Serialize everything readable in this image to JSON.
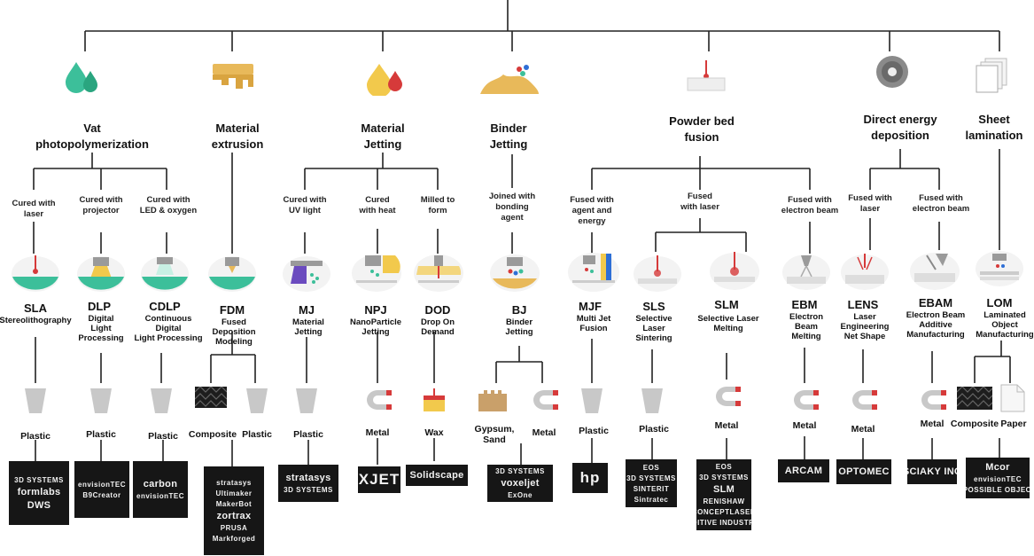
{
  "categories": [
    {
      "name": "Vat\nphotopolymerization",
      "icon": "droplets-icon"
    },
    {
      "name": "Material\nextrusion",
      "icon": "extrusion-layers-icon"
    },
    {
      "name": "Material\nJetting",
      "icon": "jet-drops-icon"
    },
    {
      "name": "Binder\nJetting",
      "icon": "powder-pile-icon"
    },
    {
      "name": "Powder bed\nfusion",
      "icon": "powder-bed-laser-icon"
    },
    {
      "name": "Direct energy\ndeposition",
      "icon": "wire-spool-icon"
    },
    {
      "name": "Sheet\nlamination",
      "icon": "stacked-sheets-icon"
    }
  ],
  "sub_labels": [
    "Cured with\nlaser",
    "Cured with\nprojector",
    "Cured with\nLED & oxygen",
    "Cured with\nUV light",
    "Cured\nwith heat",
    "Milled to\nform",
    "Joined with\nbonding\nagent",
    "Fused with\nagent and\nenergy",
    "Fused\nwith laser",
    "Fused with\nelectron beam",
    "Fused with\nlaser",
    "Fused with\nelectron beam"
  ],
  "processes": [
    {
      "abbr": "SLA",
      "full": "Stereolithography"
    },
    {
      "abbr": "DLP",
      "full": "Digital\nLight\nProcessing"
    },
    {
      "abbr": "CDLP",
      "full": "Continuous\nDigital\nLight Processing"
    },
    {
      "abbr": "FDM",
      "full": "Fused\nDeposition\nModeling"
    },
    {
      "abbr": "MJ",
      "full": "Material\nJetting"
    },
    {
      "abbr": "NPJ",
      "full": "NanoParticle\nJetting"
    },
    {
      "abbr": "DOD",
      "full": "Drop On\nDemand"
    },
    {
      "abbr": "BJ",
      "full": "Binder\nJetting"
    },
    {
      "abbr": "MJF",
      "full": "Multi Jet\nFusion"
    },
    {
      "abbr": "SLS",
      "full": "Selective\nLaser\nSintering"
    },
    {
      "abbr": "SLM",
      "full": "Selective Laser\nMelting"
    },
    {
      "abbr": "EBM",
      "full": "Electron\nBeam\nMelting"
    },
    {
      "abbr": "LENS",
      "full": "Laser\nEngineering\nNet Shape"
    },
    {
      "abbr": "EBAM",
      "full": "Electron Beam\nAdditive\nManufacturing"
    },
    {
      "abbr": "LOM",
      "full": "Laminated\nObject\nManufacturing"
    }
  ],
  "materials": [
    "Plastic",
    "Plastic",
    "Plastic",
    "Composite",
    "Plastic",
    "Plastic",
    "Metal",
    "Wax",
    "Gypsum,\nSand",
    "Metal",
    "Plastic",
    "Plastic",
    "Metal",
    "Metal",
    "Metal",
    "Metal",
    "Composite",
    "Paper"
  ],
  "logos": {
    "sla": [
      "3D SYSTEMS",
      "formlabs",
      "DWS"
    ],
    "dlp": [
      "envisionTEC",
      "B9Creator"
    ],
    "cdlp": [
      "carbon",
      "envisionTEC"
    ],
    "fdm": [
      "stratasys",
      "Ultimaker",
      "MakerBot",
      "zortrax",
      "PRUSA",
      "Markforged"
    ],
    "mj": [
      "stratasys",
      "3D SYSTEMS"
    ],
    "npj": [
      "XJET"
    ],
    "dod": [
      "Solidscape"
    ],
    "bj": [
      "3D SYSTEMS",
      "voxeljet",
      "ExOne"
    ],
    "mjf": [
      "hp"
    ],
    "sls": [
      "EOS",
      "3D SYSTEMS",
      "SINTERIT",
      "Sintratec"
    ],
    "slm": [
      "EOS",
      "3D SYSTEMS",
      "SLM",
      "RENISHAW",
      "CONCEPTLASER",
      "ADDITIVE INDUSTRIES"
    ],
    "ebm": [
      "ARCAM"
    ],
    "lens": [
      "OPTOMEC"
    ],
    "ebam": [
      "SCIAKY INC"
    ],
    "lom": [
      "Mcor",
      "envisionTEC",
      "IMPOSSIBLE OBJECTS"
    ]
  },
  "colors": {
    "resin": "#3cbf9a",
    "yellow": "#f2c94c",
    "purple": "#6b4bbf",
    "red": "#d63a3a",
    "sand": "#e8b95a",
    "metal": "#c8c8c8",
    "wire": "#222222"
  }
}
